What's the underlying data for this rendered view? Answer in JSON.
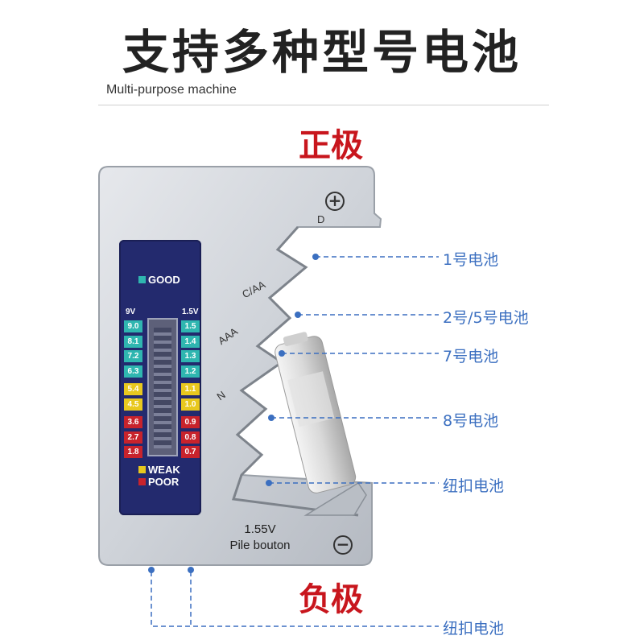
{
  "header": {
    "title": "支持多种型号电池",
    "subtitle": "Multi-purpose machine"
  },
  "poles": {
    "positive": "正极",
    "negative": "负极"
  },
  "signs": {
    "plus": "+",
    "minus": "−"
  },
  "lcd": {
    "good_label": "GOOD",
    "weak_label": "WEAK",
    "poor_label": "POOR",
    "col_left_header": "9V",
    "col_right_header": "1.5V",
    "left_values": [
      "9.0",
      "8.1",
      "7.2",
      "6.3",
      "5.4",
      "4.5",
      "3.6",
      "2.7",
      "1.8"
    ],
    "right_values": [
      "1.5",
      "1.4",
      "1.3",
      "1.2",
      "1.1",
      "1.0",
      "0.9",
      "0.8",
      "0.7"
    ],
    "colors": {
      "good": "#2fb6b0",
      "weak": "#e8c81e",
      "poor": "#c8232c",
      "panel": "#232a6e"
    }
  },
  "slots": {
    "d": "D",
    "c_aa": "C/AA",
    "aaa": "AAA",
    "n": "N"
  },
  "model": {
    "voltage": "1.55V",
    "name": "Pile bouton"
  },
  "callouts": [
    "1号电池",
    "2号/5号电池",
    "7号电池",
    "8号电池",
    "纽扣电池",
    "纽扣电池"
  ],
  "accent_color": "#3b6fc0"
}
